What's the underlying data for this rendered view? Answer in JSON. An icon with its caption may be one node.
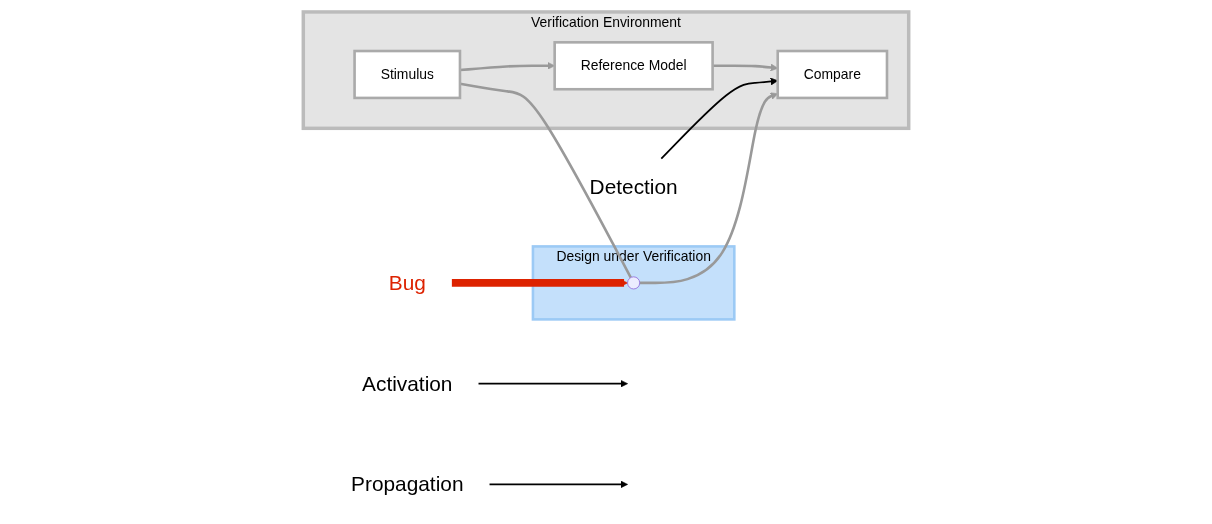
{
  "diagram": {
    "nodes": [
      {
        "text": [
          "Verification Environment"
        ]
      },
      {
        "text": [
          "Stimulus"
        ],
        "in": 0
      },
      {
        "text": [
          "Compare"
        ],
        "in": 0
      },
      {
        "text": [
          "Reference Model"
        ],
        "in": 0
      },
      {
        "text": [
          "Design under Verification"
        ]
      },
      {
        "text": [
          "Bug"
        ]
      },
      {
        "text": [],
        "shape": "circle",
        "in": 4
      },
      {
        "text": [
          "Activation"
        ]
      },
      {
        "text": [
          "Propagation"
        ]
      },
      {
        "text": [
          "Detection"
        ]
      }
    ],
    "edges": [
      {
        "from": 1,
        "to": 6,
        "arrow": "none"
      },
      {
        "from": 6,
        "to": 2,
        "arrow": "to"
      },
      {
        "from": 1,
        "to": 3,
        "arrow": "to"
      },
      {
        "from": 3,
        "to": 2,
        "arrow": "to"
      },
      {
        "from": 5,
        "to": 6,
        "arrow": "to",
        "style": "thick",
        "color": "#dd2200"
      },
      {
        "from": 7,
        "to": null,
        "arrow": "to",
        "color": "#000000"
      },
      {
        "from": 8,
        "to": null,
        "arrow": "to",
        "color": "#000000"
      },
      {
        "from": 9,
        "to": 2,
        "arrow": "to",
        "color": "#000000"
      }
    ]
  }
}
